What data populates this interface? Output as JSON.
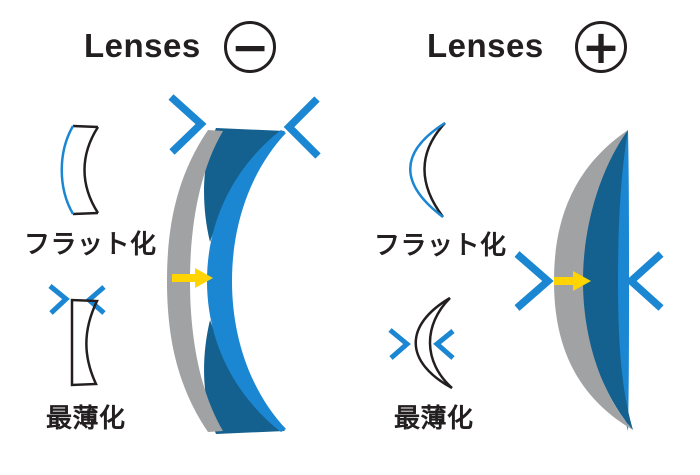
{
  "colors": {
    "light_blue": "#1b86d2",
    "dark_blue": "#14618f",
    "gray": "#a1a2a4",
    "yellow": "#ffd400",
    "ink": "#231f20",
    "background": "#ffffff"
  },
  "panels": [
    {
      "id": "minus",
      "title": "Lenses",
      "sign": "−",
      "flatten_label": "フラット化",
      "thinnest_label": "最薄化"
    },
    {
      "id": "plus",
      "title": "Lenses",
      "sign": "+",
      "flatten_label": "フラット化",
      "thinnest_label": "最薄化"
    }
  ]
}
